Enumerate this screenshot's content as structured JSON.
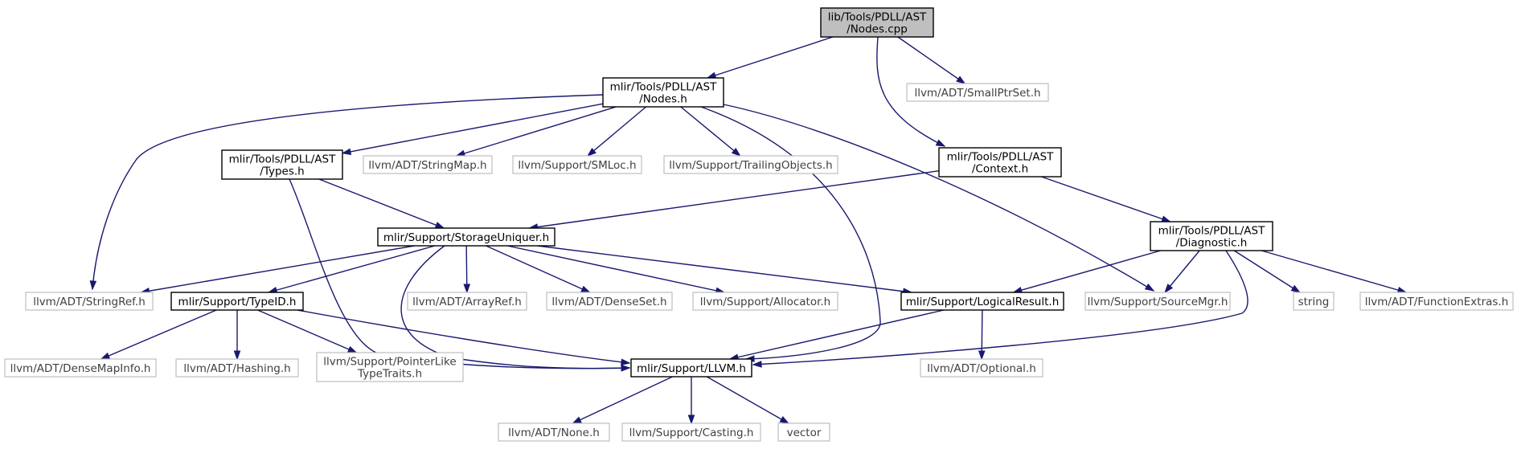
{
  "diagram": {
    "colors": {
      "edge": "#191970",
      "root_fill": "#bfbfbf",
      "internal_border": "#000000",
      "external_border": "#bfbfbf",
      "text": "#000000"
    },
    "nodes": [
      {
        "id": "nodes_cpp",
        "lines": [
          "lib/Tools/PDLL/AST",
          "/Nodes.cpp"
        ],
        "kind": "root"
      },
      {
        "id": "nodes_h",
        "lines": [
          "mlir/Tools/PDLL/AST",
          "/Nodes.h"
        ],
        "kind": "internal"
      },
      {
        "id": "smallptrset",
        "lines": [
          "llvm/ADT/SmallPtrSet.h"
        ],
        "kind": "external"
      },
      {
        "id": "types_h",
        "lines": [
          "mlir/Tools/PDLL/AST",
          "/Types.h"
        ],
        "kind": "internal"
      },
      {
        "id": "stringmap",
        "lines": [
          "llvm/ADT/StringMap.h"
        ],
        "kind": "external"
      },
      {
        "id": "smloc",
        "lines": [
          "llvm/Support/SMLoc.h"
        ],
        "kind": "external"
      },
      {
        "id": "trailing",
        "lines": [
          "llvm/Support/TrailingObjects.h"
        ],
        "kind": "external"
      },
      {
        "id": "context_h",
        "lines": [
          "mlir/Tools/PDLL/AST",
          "/Context.h"
        ],
        "kind": "internal"
      },
      {
        "id": "storage",
        "lines": [
          "mlir/Support/StorageUniquer.h"
        ],
        "kind": "internal"
      },
      {
        "id": "diagnostic",
        "lines": [
          "mlir/Tools/PDLL/AST",
          "/Diagnostic.h"
        ],
        "kind": "internal"
      },
      {
        "id": "stringref",
        "lines": [
          "llvm/ADT/StringRef.h"
        ],
        "kind": "external"
      },
      {
        "id": "typeid",
        "lines": [
          "mlir/Support/TypeID.h"
        ],
        "kind": "internal"
      },
      {
        "id": "arrayref",
        "lines": [
          "llvm/ADT/ArrayRef.h"
        ],
        "kind": "external"
      },
      {
        "id": "denseset",
        "lines": [
          "llvm/ADT/DenseSet.h"
        ],
        "kind": "external"
      },
      {
        "id": "allocator",
        "lines": [
          "llvm/Support/Allocator.h"
        ],
        "kind": "external"
      },
      {
        "id": "logical",
        "lines": [
          "mlir/Support/LogicalResult.h"
        ],
        "kind": "internal"
      },
      {
        "id": "sourcemgr",
        "lines": [
          "llvm/Support/SourceMgr.h"
        ],
        "kind": "external"
      },
      {
        "id": "string",
        "lines": [
          "string"
        ],
        "kind": "external"
      },
      {
        "id": "functionextras",
        "lines": [
          "llvm/ADT/FunctionExtras.h"
        ],
        "kind": "external"
      },
      {
        "id": "densemapinfo",
        "lines": [
          "llvm/ADT/DenseMapInfo.h"
        ],
        "kind": "external"
      },
      {
        "id": "hashing",
        "lines": [
          "llvm/ADT/Hashing.h"
        ],
        "kind": "external"
      },
      {
        "id": "pointerlike",
        "lines": [
          "llvm/Support/PointerLike",
          "TypeTraits.h"
        ],
        "kind": "external"
      },
      {
        "id": "llvm_h",
        "lines": [
          "mlir/Support/LLVM.h"
        ],
        "kind": "internal"
      },
      {
        "id": "optional",
        "lines": [
          "llvm/ADT/Optional.h"
        ],
        "kind": "external"
      },
      {
        "id": "none",
        "lines": [
          "llvm/ADT/None.h"
        ],
        "kind": "external"
      },
      {
        "id": "casting",
        "lines": [
          "llvm/Support/Casting.h"
        ],
        "kind": "external"
      },
      {
        "id": "vector",
        "lines": [
          "vector"
        ],
        "kind": "external"
      }
    ],
    "edges": [
      {
        "from": "nodes_cpp",
        "to": "nodes_h"
      },
      {
        "from": "nodes_cpp",
        "to": "smallptrset"
      },
      {
        "from": "nodes_cpp",
        "to": "context_h"
      },
      {
        "from": "nodes_h",
        "to": "stringref"
      },
      {
        "from": "nodes_h",
        "to": "types_h"
      },
      {
        "from": "nodes_h",
        "to": "stringmap"
      },
      {
        "from": "nodes_h",
        "to": "smloc"
      },
      {
        "from": "nodes_h",
        "to": "trailing"
      },
      {
        "from": "nodes_h",
        "to": "llvm_h"
      },
      {
        "from": "nodes_h",
        "to": "sourcemgr"
      },
      {
        "from": "types_h",
        "to": "storage"
      },
      {
        "from": "types_h",
        "to": "llvm_h"
      },
      {
        "from": "context_h",
        "to": "storage"
      },
      {
        "from": "context_h",
        "to": "diagnostic"
      },
      {
        "from": "storage",
        "to": "stringref"
      },
      {
        "from": "storage",
        "to": "typeid"
      },
      {
        "from": "storage",
        "to": "llvm_h"
      },
      {
        "from": "storage",
        "to": "arrayref"
      },
      {
        "from": "storage",
        "to": "denseset"
      },
      {
        "from": "storage",
        "to": "allocator"
      },
      {
        "from": "storage",
        "to": "logical"
      },
      {
        "from": "diagnostic",
        "to": "logical"
      },
      {
        "from": "diagnostic",
        "to": "sourcemgr"
      },
      {
        "from": "diagnostic",
        "to": "string"
      },
      {
        "from": "diagnostic",
        "to": "functionextras"
      },
      {
        "from": "diagnostic",
        "to": "llvm_h"
      },
      {
        "from": "typeid",
        "to": "densemapinfo"
      },
      {
        "from": "typeid",
        "to": "hashing"
      },
      {
        "from": "typeid",
        "to": "pointerlike"
      },
      {
        "from": "typeid",
        "to": "llvm_h"
      },
      {
        "from": "logical",
        "to": "llvm_h"
      },
      {
        "from": "logical",
        "to": "optional"
      },
      {
        "from": "llvm_h",
        "to": "none"
      },
      {
        "from": "llvm_h",
        "to": "casting"
      },
      {
        "from": "llvm_h",
        "to": "vector"
      }
    ]
  }
}
